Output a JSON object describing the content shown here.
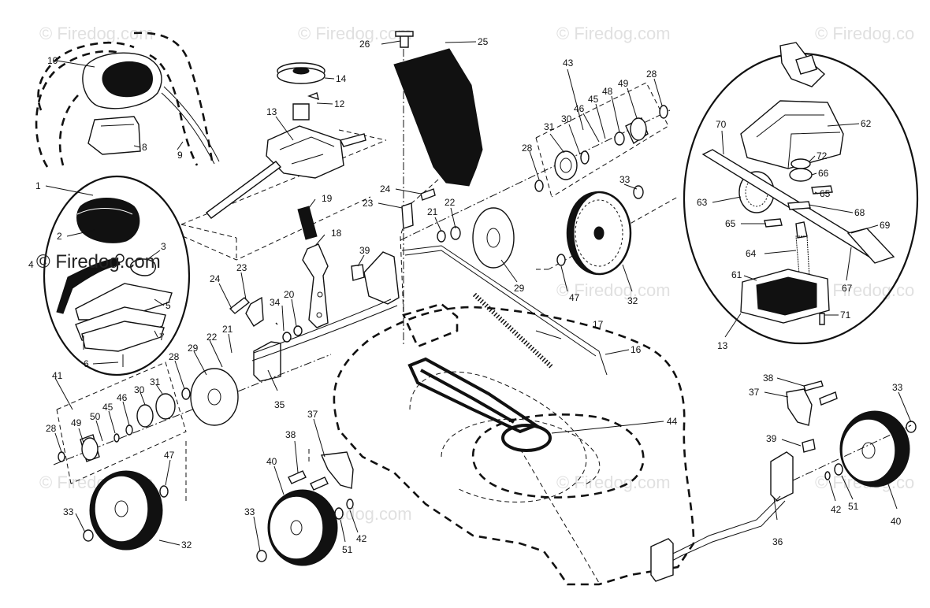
{
  "watermarks": {
    "brand": "© Firedog.com",
    "brand_partial": "© Firedog.co"
  },
  "callouts": {
    "c1": "1",
    "c2": "2",
    "c3": "3",
    "c4": "4",
    "c5": "5",
    "c6": "6",
    "c7": "7",
    "c8": "8",
    "c9": "9",
    "c10": "10",
    "c12": "12",
    "c13": "13",
    "c13b": "13",
    "c14": "14",
    "c16": "16",
    "c17": "17",
    "c18": "18",
    "c19": "19",
    "c20": "20",
    "c21a": "21",
    "c21b": "21",
    "c22a": "22",
    "c22b": "22",
    "c23a": "23",
    "c23b": "23",
    "c24a": "24",
    "c24b": "24",
    "c25": "25",
    "c26": "26",
    "c28a": "28",
    "c28b": "28",
    "c28c": "28",
    "c28d": "28",
    "c29a": "29",
    "c29b": "29",
    "c30a": "30",
    "c30b": "30",
    "c31a": "31",
    "c31b": "31",
    "c32a": "32",
    "c32b": "32",
    "c33a": "33",
    "c33b": "33",
    "c33c": "33",
    "c33d": "33",
    "c34": "34",
    "c35": "35",
    "c36": "36",
    "c37a": "37",
    "c37b": "37",
    "c38a": "38",
    "c38b": "38",
    "c39a": "39",
    "c39b": "39",
    "c40a": "40",
    "c40b": "40",
    "c41": "41",
    "c42a": "42",
    "c42b": "42",
    "c43": "43",
    "c44": "44",
    "c45a": "45",
    "c45b": "45",
    "c46a": "46",
    "c46b": "46",
    "c47a": "47",
    "c47b": "47",
    "c48": "48",
    "c49a": "49",
    "c49b": "49",
    "c50": "50",
    "c51a": "51",
    "c51b": "51",
    "c61": "61",
    "c62": "62",
    "c63": "63",
    "c64": "64",
    "c65a": "65",
    "c65b": "65",
    "c66": "66",
    "c67": "67",
    "c68": "68",
    "c69": "69",
    "c70": "70",
    "c71": "71",
    "c72": "72"
  }
}
